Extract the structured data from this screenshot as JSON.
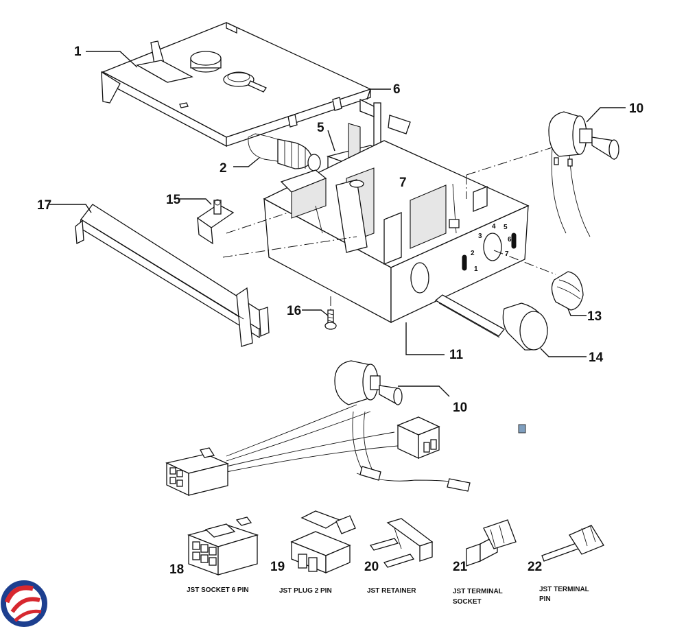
{
  "callouts": {
    "c1": "1",
    "c2": "2",
    "c5": "5",
    "c6": "6",
    "c7": "7",
    "c10a": "10",
    "c10b": "10",
    "c11": "11",
    "c13": "13",
    "c14": "14",
    "c15": "15",
    "c16": "16",
    "c17": "17",
    "c18": "18",
    "c19": "19",
    "c20": "20",
    "c21": "21",
    "c22": "22"
  },
  "captions": {
    "p18": "JST SOCKET 6 PIN",
    "p19": "JST PLUG 2 PIN",
    "p20": "JST RETAINER",
    "p21_line1": "JST TERMINAL",
    "p21_line2": "SOCKET",
    "p22_line1": "JST TERMINAL",
    "p22_line2": "PIN"
  },
  "dial_marks": [
    "1",
    "2",
    "3",
    "4",
    "5",
    "6",
    "7"
  ],
  "colors": {
    "logo_red": "#d7282f",
    "logo_blue": "#1d3f8f",
    "marker": "#7f9fbf"
  }
}
